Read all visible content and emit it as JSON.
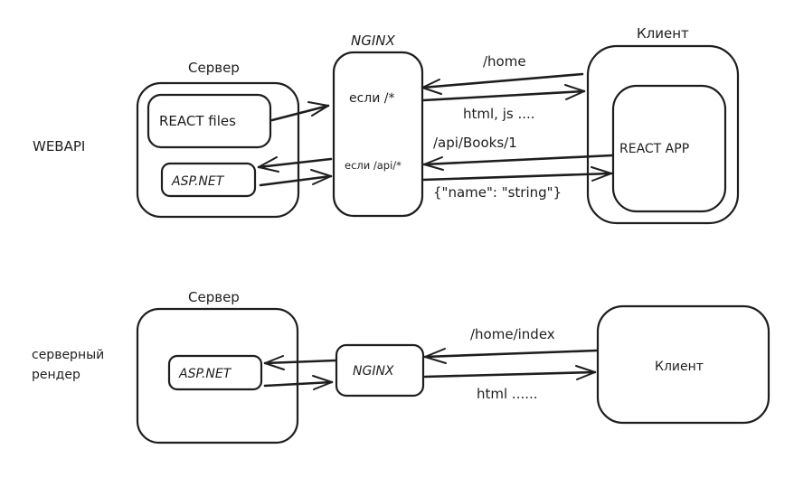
{
  "diagram": {
    "stroke_color": "#1e1e1e",
    "background": "#ffffff",
    "top_section": {
      "section_label": "WEBAPI",
      "server": {
        "title": "Сервер",
        "react_files": "REACT files",
        "aspnet": "ASP.NET"
      },
      "nginx": {
        "title": "NGINX",
        "rule_root": "если /*",
        "rule_api": "если /api/*"
      },
      "client": {
        "title": "Клиент",
        "react_app": "REACT APP"
      },
      "edges": {
        "home_request": "/home",
        "html_js_response": "html, js ....",
        "api_request": "/api/Books/1",
        "json_response": "{\"name\": \"string\"}"
      }
    },
    "bottom_section": {
      "section_label_line1": "серверный",
      "section_label_line2": "рендер",
      "server": {
        "title": "Сервер",
        "aspnet": "ASP.NET"
      },
      "nginx": {
        "title": "NGINX"
      },
      "client": {
        "title": "Клиент"
      },
      "edges": {
        "home_index_request": "/home/index",
        "html_response": "html ......"
      }
    }
  }
}
